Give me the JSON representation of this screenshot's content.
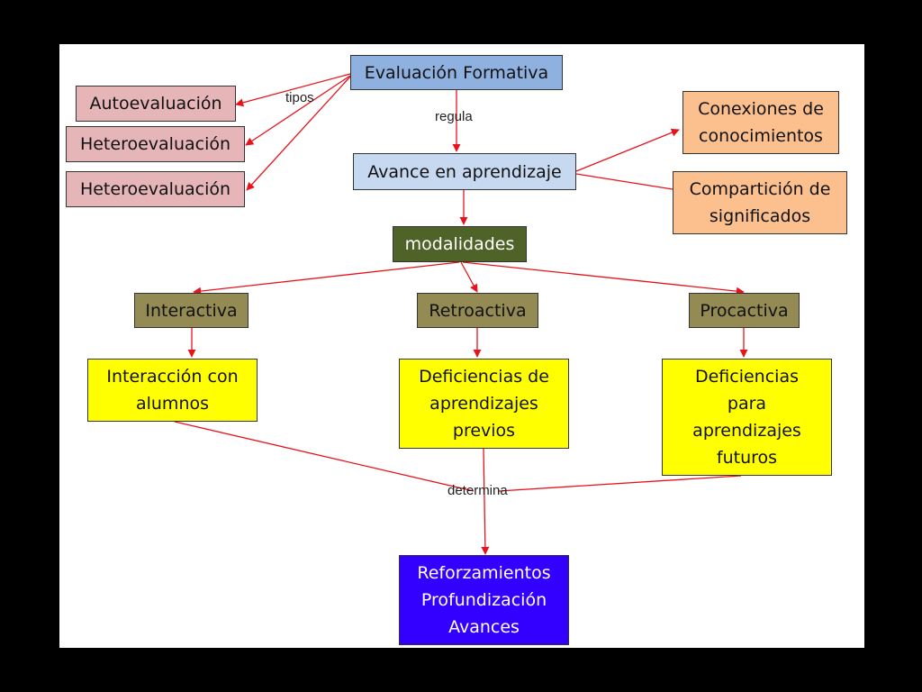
{
  "colors": {
    "root": "#8eb1e0",
    "advance": "#c6d9f1",
    "types": "#e6b5b8",
    "outcomes": "#fbc08d",
    "modalities": "#4f6228",
    "modes": "#948a54",
    "effects": "#ffff00",
    "result": "#3300ff",
    "arrow": "#e8141c"
  },
  "nodes": {
    "evaluacion_formativa": "Evaluación Formativa",
    "autoevaluacion": "Autoevaluación",
    "heteroevaluacion_1": "Heteroevaluación",
    "heteroevaluacion_2": "Heteroevaluación",
    "avance": "Avance en aprendizaje",
    "conexiones": "Conexiones de\nconocimientos",
    "comparticion": "Compartición de\nsignificados",
    "modalidades": "modalidades",
    "interactiva": "Interactiva",
    "retroactiva": "Retroactiva",
    "procactiva": "Procactiva",
    "interaccion": "Interacción con\nalumnos",
    "deficiencias_previos": "Deficiencias de\naprendizajes\nprevios",
    "deficiencias_futuros": "Deficiencias\npara\naprendizajes\nfuturos",
    "resultado": "Reforzamientos\nProfundización\nAvances"
  },
  "edge_labels": {
    "tipos": "tipos",
    "regula": "regula",
    "determina": "determina"
  }
}
